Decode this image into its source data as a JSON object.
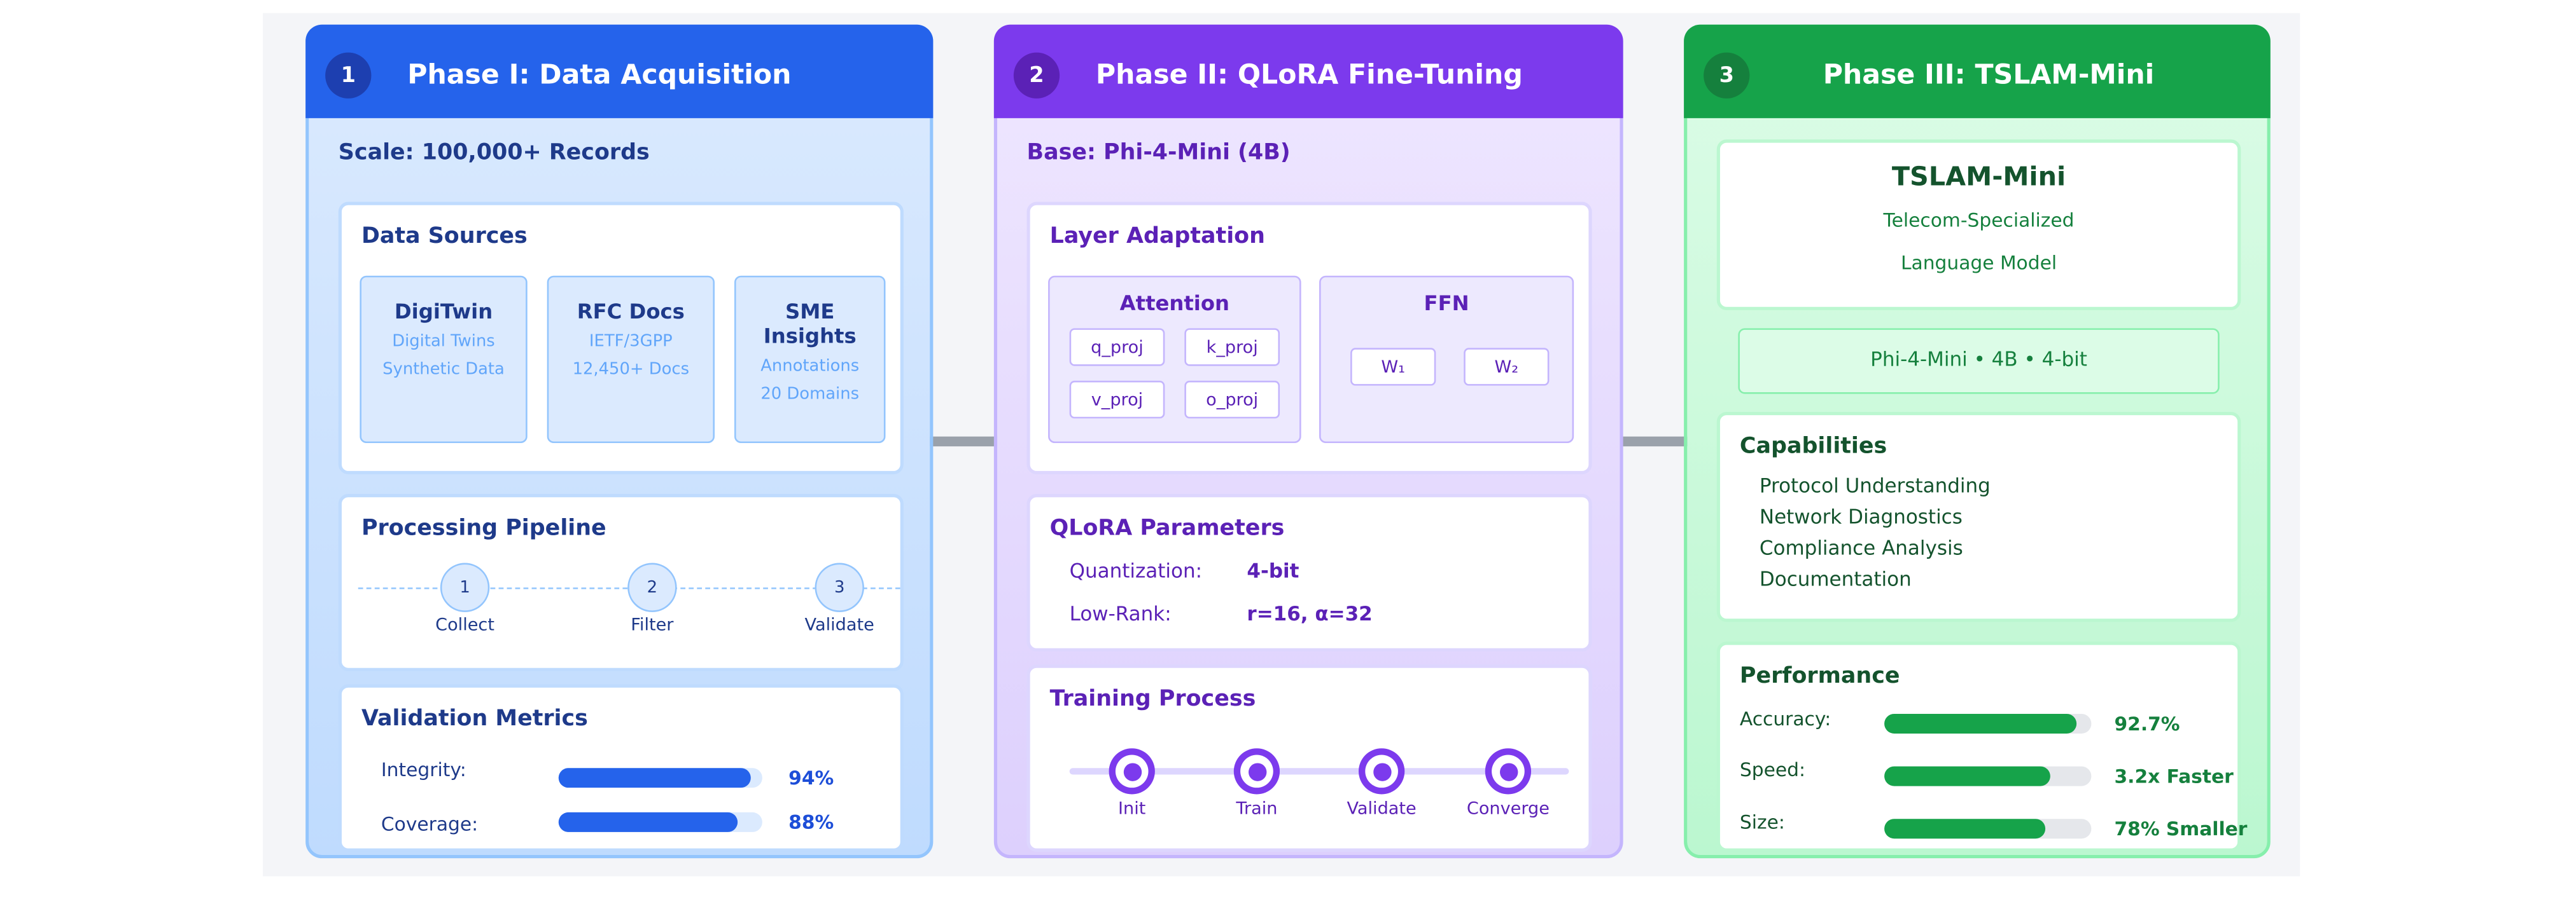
{
  "colors": {
    "phase1": "#2563eb",
    "phase2": "#7c3aed",
    "phase3": "#16a34a",
    "metric_fill": "#2563eb",
    "performance_fill": "#16a34a"
  },
  "phase1": {
    "number": "1",
    "title": "Phase I: Data Acquisition",
    "scale": "Scale: 100,000+ Records",
    "sources": {
      "title": "Data Sources",
      "items": [
        {
          "name": "DigiTwin",
          "line1": "Digital Twins",
          "line2": "Synthetic Data"
        },
        {
          "name": "RFC Docs",
          "line1": "IETF/3GPP",
          "line2": "12,450+ Docs"
        },
        {
          "name": "SME Insights",
          "line1": "Annotations",
          "line2": "20 Domains"
        }
      ]
    },
    "pipeline": {
      "title": "Processing Pipeline",
      "steps": [
        {
          "num": "1",
          "label": "Collect"
        },
        {
          "num": "2",
          "label": "Filter"
        },
        {
          "num": "3",
          "label": "Validate"
        }
      ]
    },
    "metrics": {
      "title": "Validation Metrics",
      "items": [
        {
          "label": "Integrity:",
          "value": "94%",
          "fraction": 0.94
        },
        {
          "label": "Coverage:",
          "value": "88%",
          "fraction": 0.88
        }
      ]
    }
  },
  "phase2": {
    "number": "2",
    "title": "Phase II: QLoRA Fine-Tuning",
    "base": "Base: Phi-4-Mini (4B)",
    "layers": {
      "title": "Layer Adaptation",
      "attention": {
        "title": "Attention",
        "chips": [
          "q_proj",
          "k_proj",
          "v_proj",
          "o_proj"
        ]
      },
      "ffn": {
        "title": "FFN",
        "chips": [
          "W₁",
          "W₂"
        ]
      }
    },
    "params": {
      "title": "QLoRA Parameters",
      "items": [
        {
          "label": "Quantization:",
          "value": "4-bit"
        },
        {
          "label": "Low-Rank:",
          "value": "r=16, α=32"
        }
      ]
    },
    "training": {
      "title": "Training Process",
      "steps": [
        "Init",
        "Train",
        "Validate",
        "Converge"
      ]
    }
  },
  "phase3": {
    "number": "3",
    "title": "Phase III: TSLAM-Mini",
    "model": {
      "name": "TSLAM-Mini",
      "sub1": "Telecom-Specialized",
      "sub2": "Language Model"
    },
    "spec": "Phi-4-Mini • 4B • 4-bit",
    "capabilities": {
      "title": "Capabilities",
      "items": [
        "Protocol Understanding",
        "Network Diagnostics",
        "Compliance Analysis",
        "Documentation"
      ]
    },
    "performance": {
      "title": "Performance",
      "items": [
        {
          "label": "Accuracy:",
          "value": "92.7%",
          "fraction": 0.927
        },
        {
          "label": "Speed:",
          "value": "3.2x Faster",
          "fraction": 0.8
        },
        {
          "label": "Size:",
          "value": "78% Smaller",
          "fraction": 0.78
        }
      ]
    }
  }
}
